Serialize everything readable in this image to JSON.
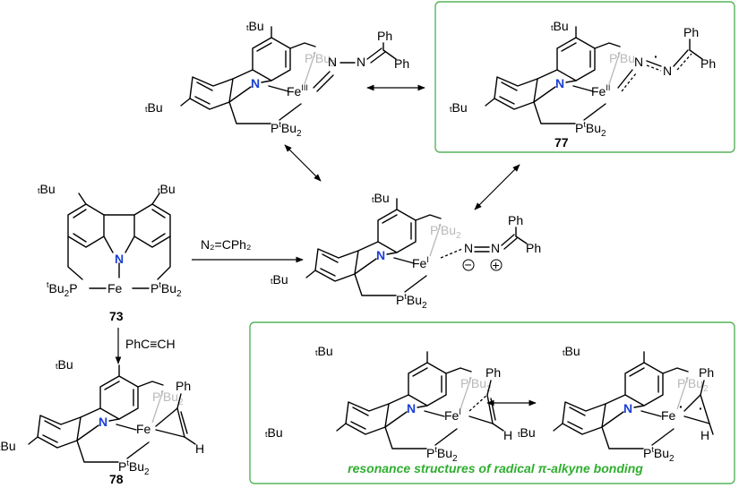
{
  "substituents": {
    "tbu": "Bu",
    "t": "t",
    "pbu": "Bu",
    "two": "2"
  },
  "atoms": {
    "N": "N",
    "Fe": "Fe",
    "P": "P",
    "H": "H",
    "Ph": "Ph"
  },
  "oxidation": {
    "fe3": "III",
    "fe2": "II",
    "fe1": "I"
  },
  "compounds": {
    "c73": "73",
    "c77": "77",
    "c78": "78"
  },
  "reagents": {
    "diazo": "N₂=CPh₂",
    "alkyne": "PhC≡CH"
  },
  "charges": {
    "minus": "−",
    "plus": "+"
  },
  "radical": "·",
  "caption": "resonance structures of radical π-alkyne bonding",
  "colors": {
    "nitrogen": "#1b3fd6",
    "ghost_phosphorus": "#b9b9b9",
    "box": "#57b35a",
    "caption": "#2fae2f"
  }
}
